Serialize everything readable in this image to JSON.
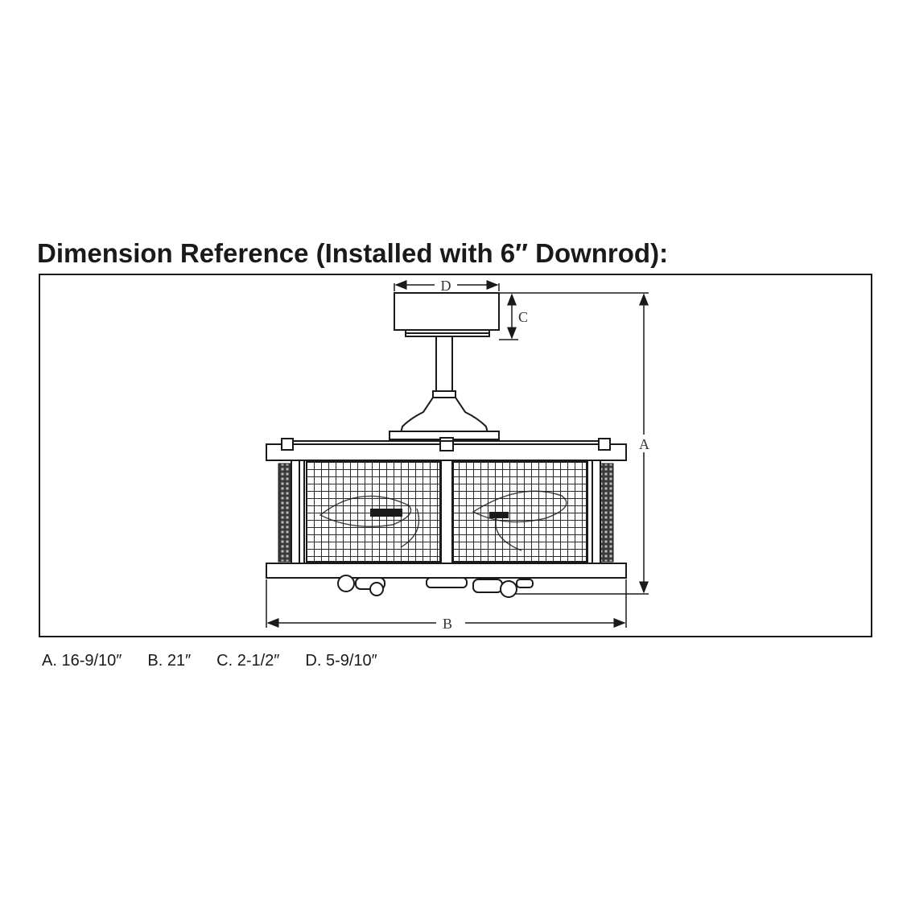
{
  "title": "Dimension Reference (Installed with 6″ Downrod):",
  "dimension_labels": {
    "a": "A",
    "b": "B",
    "c": "C",
    "d": "D"
  },
  "legend": [
    {
      "text": "A. 16-9/10″"
    },
    {
      "text": "B. 21″"
    },
    {
      "text": "C. 2-1/2″"
    },
    {
      "text": "D. 5-9/10″"
    }
  ],
  "colors": {
    "line": "#1a1a1a",
    "mesh": "#2a2a2a",
    "background": "#ffffff"
  }
}
